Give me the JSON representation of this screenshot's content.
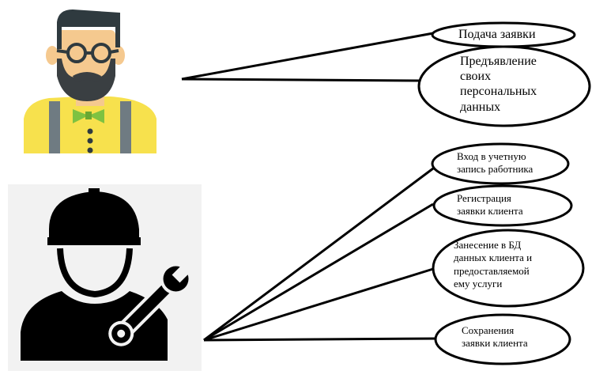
{
  "diagram": {
    "actors": [
      {
        "name": "client-avatar",
        "icon": "client-person-icon"
      },
      {
        "name": "employee-avatar",
        "icon": "worker-helmet-wrench-icon"
      }
    ],
    "client_actions": [
      {
        "id": "submit-request",
        "text": "Подача заявки"
      },
      {
        "id": "present-personal-data",
        "text": "Предъявление\nсвоих\nперсональных\nданных"
      }
    ],
    "employee_actions": [
      {
        "id": "login",
        "text": "Вход в учетную\nзапись работника"
      },
      {
        "id": "register-request",
        "text": "Регистрация\nзаявки клиента"
      },
      {
        "id": "enter-db",
        "text": "Занесение в БД\nданных клиента и\nпредоставляемой\nему услуги"
      },
      {
        "id": "save-request",
        "text": "Сохранения\nзаявки клиента"
      }
    ],
    "colors": {
      "line": "#000000",
      "client_skin": "#f5c98f",
      "client_hair": "#2f3a3f",
      "client_beard": "#3a3f42",
      "client_shirt": "#f7e14d",
      "client_suspenders": "#6f7b82",
      "client_bowtie": "#7ec241",
      "worker_bg": "#f2f2f2",
      "worker_fill": "#000000"
    }
  }
}
